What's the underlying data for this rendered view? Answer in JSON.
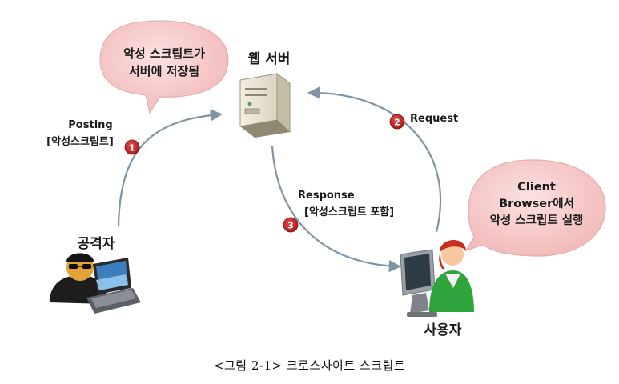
{
  "server": {
    "title": "웹 서버"
  },
  "attacker": {
    "title": "공격자"
  },
  "user": {
    "title": "사용자"
  },
  "bubble_left": {
    "line1": "악성 스크립트가",
    "line2": "서버에 저장됨"
  },
  "bubble_right": {
    "line1": "Client",
    "line2": "Browser에서",
    "line3": "악성 스크립트 실행"
  },
  "steps": [
    {
      "number": "1",
      "line1": "Posting",
      "line2": "[악성스크립트]"
    },
    {
      "number": "2",
      "line1": "Request"
    },
    {
      "number": "3",
      "line1": "Response",
      "line2": "[악성스크립트 포함]"
    }
  ],
  "caption": "<그림 2-1> 크로스사이트 스크립트",
  "colors": {
    "arrow": "#7f95a6",
    "badge": "#c62a2a",
    "bubble": "#f5c6c6",
    "bubble_stroke": "#d9a2a2"
  }
}
